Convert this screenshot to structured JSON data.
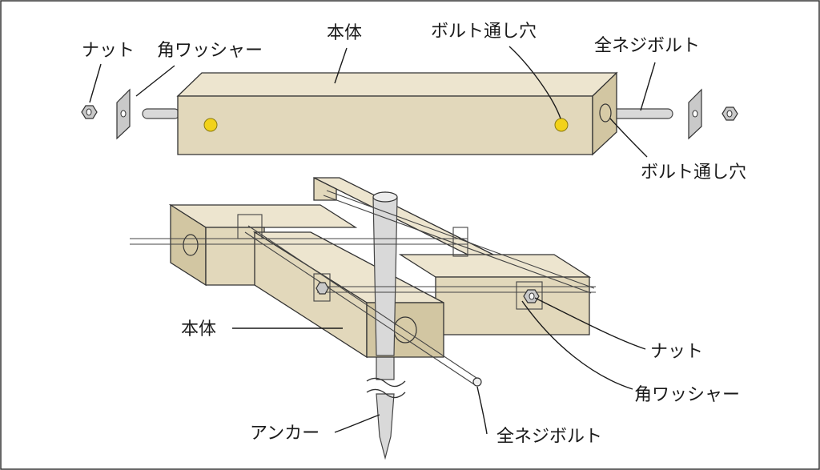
{
  "labels": {
    "nut_top": "ナット",
    "washer_top": "角ワッシャー",
    "body_top": "本体",
    "bolt_hole_top": "ボルト通し穴",
    "full_thread_bolt_top": "全ネジボルト",
    "bolt_hole_end": "ボルト通し穴",
    "body_bottom": "本体",
    "nut_bottom": "ナット",
    "washer_bottom": "角ワッシャー",
    "anchor": "アンカー",
    "full_thread_bolt_bottom": "全ネジボルト"
  },
  "colors": {
    "wood_top": "#ede5cf",
    "wood_front": "#e2d8bb",
    "wood_end": "#d2c6a2",
    "bolt_hole_marker": "#f2d21a",
    "metal": "#c9c9c9",
    "frame": "#333333"
  }
}
